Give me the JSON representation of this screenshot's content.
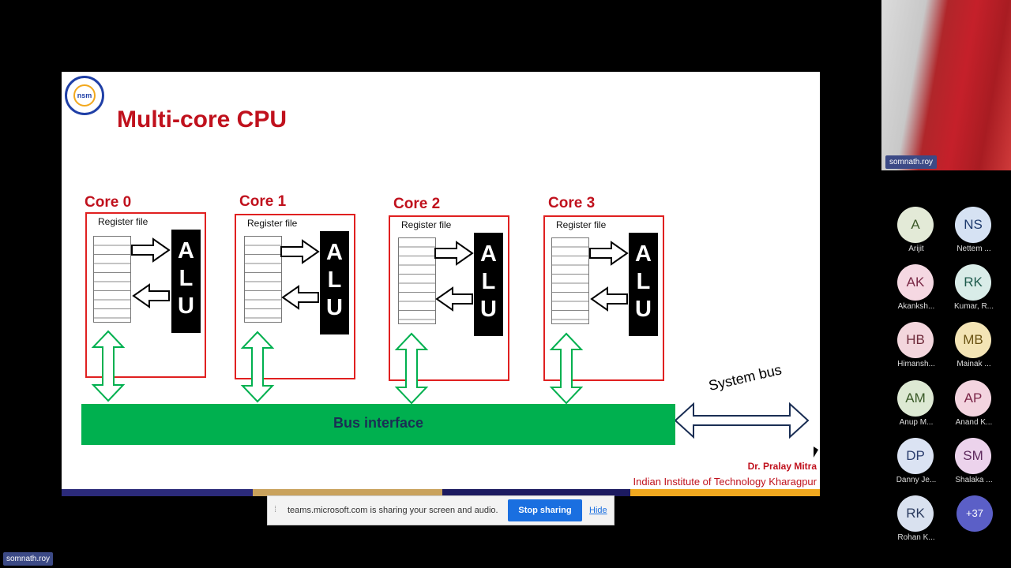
{
  "slide": {
    "logo_text": "nsm",
    "title": "Multi-core CPU",
    "cores": [
      {
        "label": "Core 0",
        "reg_label": "Register file",
        "alu": [
          "A",
          "L",
          "U"
        ]
      },
      {
        "label": "Core 1",
        "reg_label": "Register file",
        "alu": [
          "A",
          "L",
          "U"
        ]
      },
      {
        "label": "Core 2",
        "reg_label": "Register file",
        "alu": [
          "A",
          "L",
          "U"
        ]
      },
      {
        "label": "Core 3",
        "reg_label": "Register file",
        "alu": [
          "A",
          "L",
          "U"
        ]
      }
    ],
    "bus_label": "Bus  interface",
    "system_bus_label": "System bus",
    "credit_name": "Dr. Pralay Mitra",
    "credit_institute": "Indian Institute of Technology Kharagpur",
    "colors": {
      "title": "#c0111d",
      "bus": "#00b04f",
      "box_border": "#e02020",
      "arrow": "#00b04f"
    }
  },
  "share_bar": {
    "message": "teams.microsoft.com is sharing your screen and audio.",
    "stop_label": "Stop sharing",
    "hide_label": "Hide"
  },
  "presenter": {
    "name": "somnath.roy"
  },
  "self_view": {
    "name": "somnath.roy"
  },
  "participants": [
    {
      "initials": "A",
      "name": "Arijit",
      "bg": "#e3ead7",
      "fg": "#3d5a2a"
    },
    {
      "initials": "NS",
      "name": "Nettem ...",
      "bg": "#d6e2f3",
      "fg": "#1f3b6e"
    },
    {
      "initials": "AK",
      "name": "Akanksh...",
      "bg": "#f5d8e2",
      "fg": "#7a2a47"
    },
    {
      "initials": "RK",
      "name": "Kumar, R...",
      "bg": "#d9ece8",
      "fg": "#1d5a4c"
    },
    {
      "initials": "HB",
      "name": "Himansh...",
      "bg": "#f3d6dd",
      "fg": "#6e2a3a"
    },
    {
      "initials": "MB",
      "name": "Mainak ...",
      "bg": "#f3e4b5",
      "fg": "#6b5414"
    },
    {
      "initials": "AM",
      "name": "Anup M...",
      "bg": "#dde9d3",
      "fg": "#3a5a28"
    },
    {
      "initials": "AP",
      "name": "Anand K...",
      "bg": "#f3d4df",
      "fg": "#7a2447"
    },
    {
      "initials": "DP",
      "name": "Danny Je...",
      "bg": "#dbe3f3",
      "fg": "#2a3d6e"
    },
    {
      "initials": "SM",
      "name": "Shalaka ...",
      "bg": "#ecd3ec",
      "fg": "#5e2a5e"
    },
    {
      "initials": "RK",
      "name": "Rohan K...",
      "bg": "#d9e1ef",
      "fg": "#2a3a5e"
    }
  ],
  "more_count": "+37"
}
